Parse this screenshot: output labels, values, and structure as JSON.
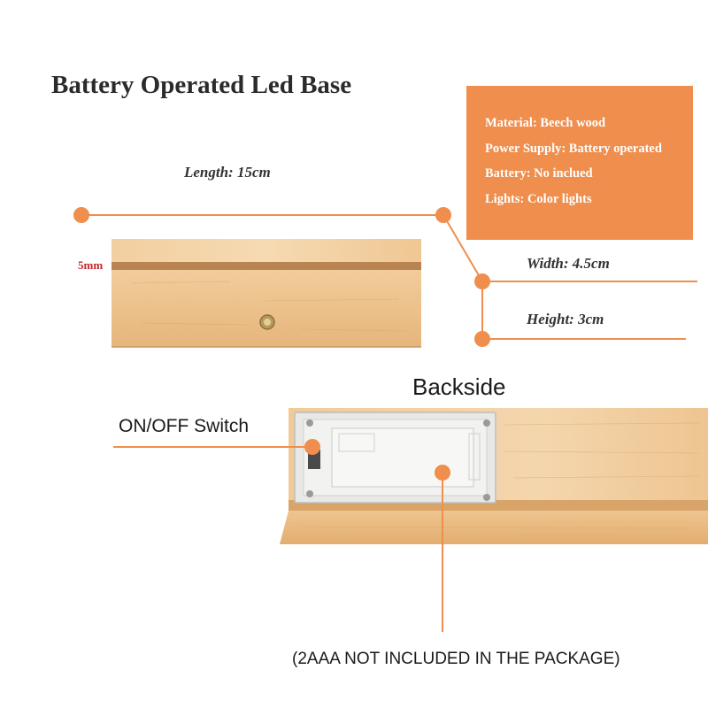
{
  "title": "Battery Operated Led Base",
  "specs": [
    {
      "label": "Material",
      "value": "Beech wood"
    },
    {
      "label": "Power Supply",
      "value": "Battery operated"
    },
    {
      "label": "Battery",
      "value": "No inclued"
    },
    {
      "label": "Lights",
      "value": "Color lights"
    }
  ],
  "spec_text": [
    "Material: Beech wood",
    "Power Supply: Battery operated",
    "Battery: No inclued",
    "Lights: Color lights"
  ],
  "dimensions": {
    "length": "Length: 15cm",
    "width": "Width: 4.5cm",
    "height": "Height: 3cm",
    "slot": "5mm"
  },
  "backside": {
    "heading": "Backside",
    "switch_label": "ON/OFF Switch",
    "battery_note": "(2AAA NOT INCLUDED IN THE PACKAGE)"
  },
  "colors": {
    "accent": "#ef8e4d",
    "wood_light": "#f3d3a6",
    "wood_mid": "#e9bf88",
    "wood_dark": "#d8a66b",
    "slot_red": "#c0282c"
  }
}
